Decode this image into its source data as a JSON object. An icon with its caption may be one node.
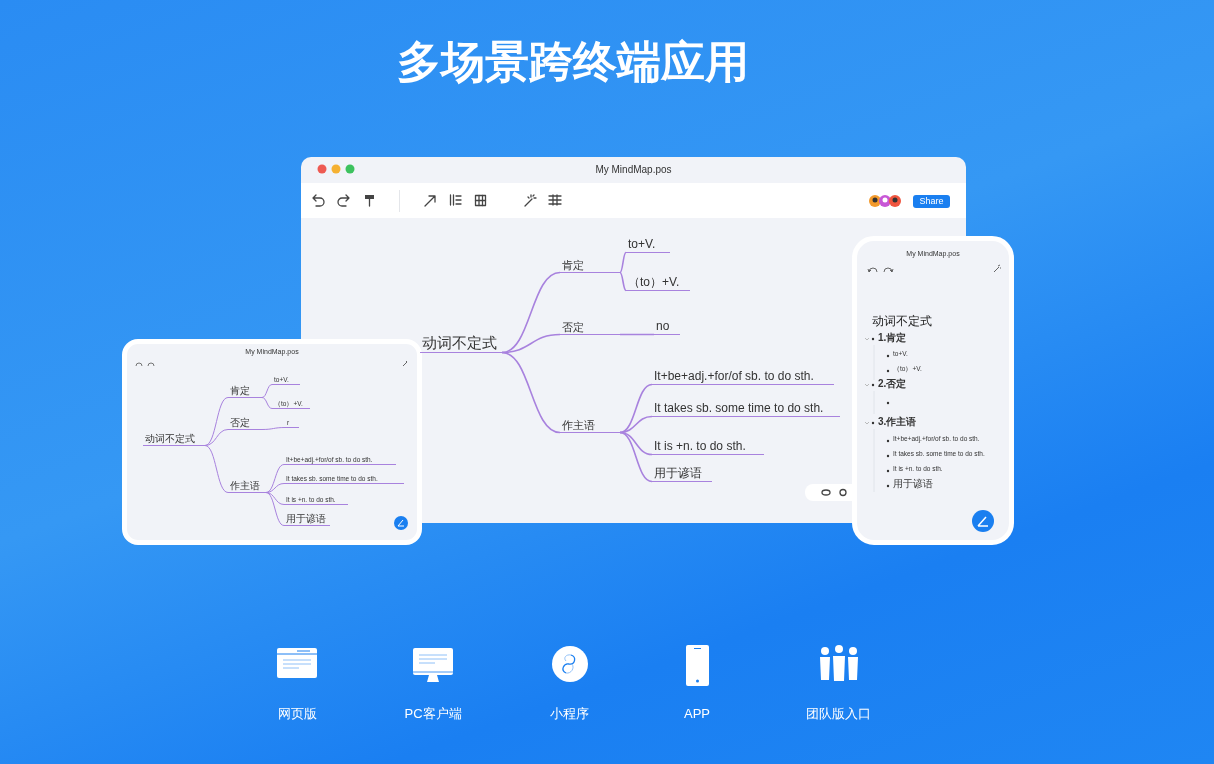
{
  "diagram": {
    "title": "多场景跨终端应用",
    "nodes": [
      {
        "text": [
          "My MindMap.pos"
        ]
      },
      {
        "text": [
          "动词不定式"
        ],
        "in": 0
      },
      {
        "text": [
          "肯定"
        ],
        "in": 0
      },
      {
        "text": [
          "否定"
        ],
        "in": 0
      },
      {
        "text": [
          "作主语"
        ],
        "in": 0
      },
      {
        "text": [
          "to+V."
        ],
        "in": 0
      },
      {
        "text": [
          "（to）+V."
        ],
        "in": 0
      },
      {
        "text": [
          "no"
        ],
        "in": 0
      },
      {
        "text": [
          "It+be+adj.+for/of sb. to do sth."
        ],
        "in": 0
      },
      {
        "text": [
          "It takes sb. some time to do sth."
        ],
        "in": 0
      },
      {
        "text": [
          "It is +n. to do sth."
        ],
        "in": 0
      },
      {
        "text": [
          "用于谚语"
        ],
        "in": 0
      },
      {
        "text": [
          "My MindMap.pos"
        ]
      },
      {
        "text": [
          "动词不定式"
        ],
        "in": 12
      },
      {
        "text": [
          "肯定"
        ],
        "in": 12
      },
      {
        "text": [
          "否定"
        ],
        "in": 12
      },
      {
        "text": [
          "作主语"
        ],
        "in": 12
      },
      {
        "text": [
          "to+V."
        ],
        "in": 12
      },
      {
        "text": [
          "（to）+V."
        ],
        "in": 12
      },
      {
        "text": [
          "r"
        ],
        "in": 12
      },
      {
        "text": [
          "It+be+adj.+for/of sb. to do sth."
        ],
        "in": 12
      },
      {
        "text": [
          "It takes sb. some time to do sth."
        ],
        "in": 12
      },
      {
        "text": [
          "It is +n. to do sth."
        ],
        "in": 12
      },
      {
        "text": [
          "用于谚语"
        ],
        "in": 12
      },
      {
        "text": [
          "My MindMap.pos"
        ]
      }
    ],
    "edges": [
      {
        "from": 1,
        "to": 2,
        "arrow": "none"
      },
      {
        "from": 1,
        "to": 3,
        "arrow": "none"
      },
      {
        "from": 1,
        "to": 4,
        "arrow": "none"
      },
      {
        "from": 2,
        "to": 5,
        "arrow": "none"
      },
      {
        "from": 2,
        "to": 6,
        "arrow": "none"
      },
      {
        "from": 3,
        "to": 7,
        "arrow": "none"
      },
      {
        "from": 4,
        "to": 8,
        "arrow": "none"
      },
      {
        "from": 4,
        "to": 9,
        "arrow": "none"
      },
      {
        "from": 4,
        "to": 10,
        "arrow": "none"
      },
      {
        "from": 4,
        "to": 11,
        "arrow": "none"
      },
      {
        "from": 13,
        "to": 14,
        "arrow": "none"
      },
      {
        "from": 13,
        "to": 15,
        "arrow": "none"
      },
      {
        "from": 13,
        "to": 16,
        "arrow": "none"
      },
      {
        "from": 14,
        "to": 17,
        "arrow": "none"
      },
      {
        "from": 14,
        "to": 18,
        "arrow": "none"
      },
      {
        "from": 15,
        "to": 19,
        "arrow": "none"
      },
      {
        "from": 16,
        "to": 20,
        "arrow": "none"
      },
      {
        "from": 16,
        "to": 21,
        "arrow": "none"
      },
      {
        "from": 16,
        "to": 22,
        "arrow": "none"
      },
      {
        "from": 16,
        "to": 23,
        "arrow": "none"
      }
    ],
    "labels": [
      "Share",
      "动词不定式",
      "1.肯定",
      "to+V.",
      "（to）+V.",
      "2.否定",
      "3.作主语",
      "It+be+adj.+for/of sb. to do sth.",
      "It takes sb. some time to do sth.",
      "It is +n. to do sth.",
      "用于谚语",
      "网页版",
      "PC客户端",
      "小程序",
      "APP",
      "团队版入口"
    ]
  }
}
